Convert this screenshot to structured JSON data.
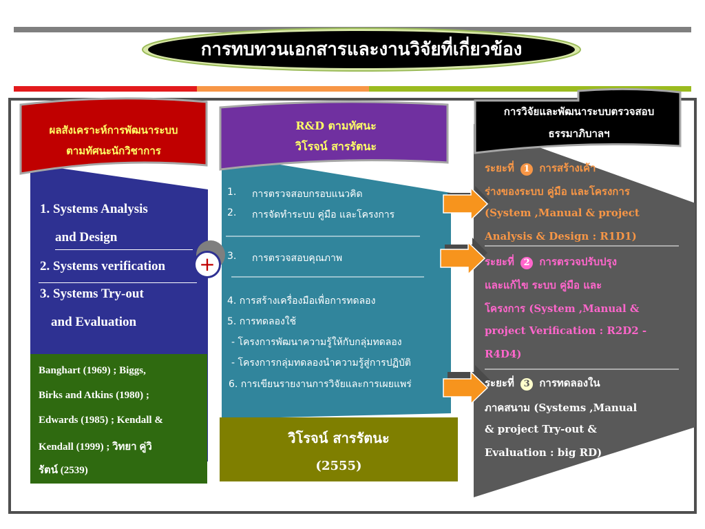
{
  "title": "การทบทวนเอกสารและงานวิจัยที่เกี่ยวข้อง",
  "colors": {
    "navy": "#2e3192",
    "red_banner": "#c00000",
    "purple_banner": "#7030a0",
    "teal": "#31859c",
    "gray": "#595959",
    "green": "#2f6a10",
    "olive": "#7f7f00",
    "orange_arrow": "#f7941d"
  },
  "col1": {
    "banner_line1": "ผลสังเคราะห์การพัฒนาระบบ",
    "banner_line2": "ตามทัศนะนักวิชาการ",
    "items": [
      {
        "line1": "1. Systems  Analysis",
        "line2": "and Design"
      },
      {
        "line1": "2. Systems  verification"
      },
      {
        "line1": "3. Systems  Try-out",
        "line2": "and  Evaluation"
      }
    ],
    "plus_symbol": "+",
    "refs": [
      "Banghart  (1969) ; Biggs,",
      "Birks  and  Atkins (1980) ;",
      "Edwards (1985) ; Kendall  &",
      "Kendall (1999) ; วิทยา  คู่วิ",
      "รัตน์ (2539)"
    ]
  },
  "col2": {
    "banner_line1": "R&D ตามทัศนะ",
    "banner_line2": "วิโรจน์ สารรัตนะ",
    "items": [
      {
        "num": "1.",
        "text": "การตรวจสอบกรอบแนวคิด"
      },
      {
        "num": "2.",
        "text": "การจัดทำระบบ คู่มือ และโครงการ"
      },
      {
        "num": "3.",
        "text": "การตรวจสอบคุณภาพ"
      },
      {
        "num": "",
        "text": "4.  การสร้างเครื่องมือเพื่อการทดลอง"
      },
      {
        "num": "",
        "text": "5. การทดลองใช้"
      },
      {
        "num": "",
        "text": "  - โครงการพัฒนาความรู้ให้กับกลุ่มทดลอง"
      },
      {
        "num": "",
        "text": "  - โครงการกลุ่มทดลองนำความรู้สู่การปฏิบัติ"
      },
      {
        "num": "",
        "text": "6. การเขียนรายงานการวิจัยและการเผยแพร่"
      }
    ],
    "author": "วิโรจน์ สารรัตนะ",
    "year": "(2555)"
  },
  "col3": {
    "banner_line1": "การวิจัยและพัฒนาระบบตรวจสอบ",
    "banner_line2": "ธรรมาภิบาลฯ",
    "phase1": {
      "label": "ระยะที่",
      "badge": "1",
      "title": "การสร้างเค้า",
      "line2": "ร่างของระบบ คู่มือ และโครงการ",
      "line3": "(System ,Manual  & project",
      "line4": "Analysis & Design  : R1D1)"
    },
    "phase2": {
      "label": "ระยะที่",
      "badge": "2",
      "title": "การตรวจปรับปรุง",
      "line2": "และแก้ไข ระบบ คู่มือ และ",
      "line3": "โครงการ  (System ,Manual  &",
      "line4": "project Verification  : R2D2 -",
      "line5": "R4D4)"
    },
    "phase3": {
      "label": "ระยะที่",
      "badge": "3",
      "title": "การทดลองใน",
      "line2": "ภาคสนาม  (Systems ,Manual",
      "line3": "& project Try-out  &",
      "line4": "Evaluation : big RD)"
    }
  }
}
